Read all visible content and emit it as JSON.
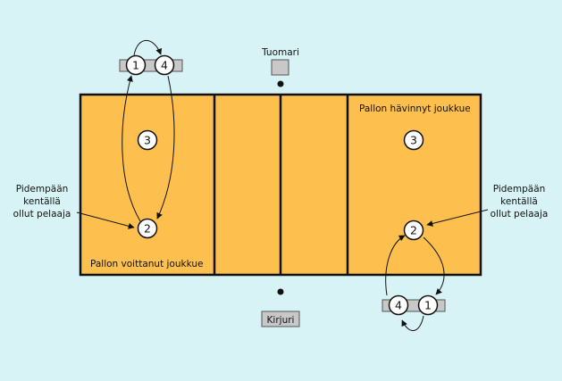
{
  "colors": {
    "background": "#d8f3f5",
    "court": "#fdbf4d",
    "line": "#111111",
    "box": "#c8c8c8",
    "circle": "#ffffff"
  },
  "officials": {
    "referee": "Tuomari",
    "scorer": "Kirjuri"
  },
  "teams": {
    "winning": "Pallon voittanut joukkue",
    "losing": "Pallon hävinnyt joukkue"
  },
  "annotations": {
    "left": [
      "Pidempään",
      "kentällä",
      "ollut pelaaja"
    ],
    "right": [
      "Pidempään",
      "kentällä",
      "ollut pelaaja"
    ]
  },
  "players": {
    "left_top_pair": [
      "1",
      "4"
    ],
    "left_court_top": "3",
    "left_court_bottom": "2",
    "right_court_top": "3",
    "right_court_bottom": "2",
    "right_bottom_pair": [
      "4",
      "1"
    ]
  }
}
